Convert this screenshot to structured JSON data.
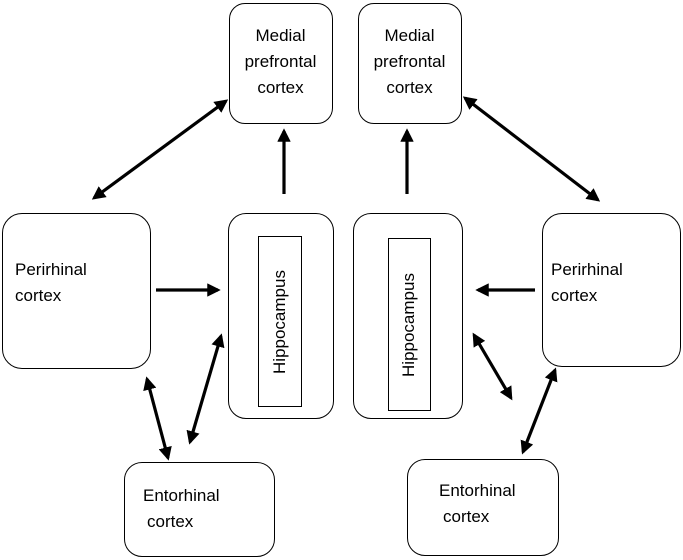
{
  "left": {
    "mpfc": [
      "Medial",
      "prefrontal",
      "cortex"
    ],
    "perirhinal": [
      "Perirhinal",
      "cortex"
    ],
    "hippocampus": "Hippocampus",
    "entorhinal": [
      "Entorhinal",
      "cortex"
    ]
  },
  "right": {
    "mpfc": [
      "Medial",
      "prefrontal",
      "cortex"
    ],
    "perirhinal": [
      "Perirhinal",
      "cortex"
    ],
    "hippocampus": "Hippocampus",
    "entorhinal": [
      "Entorhinal",
      "cortex"
    ]
  }
}
